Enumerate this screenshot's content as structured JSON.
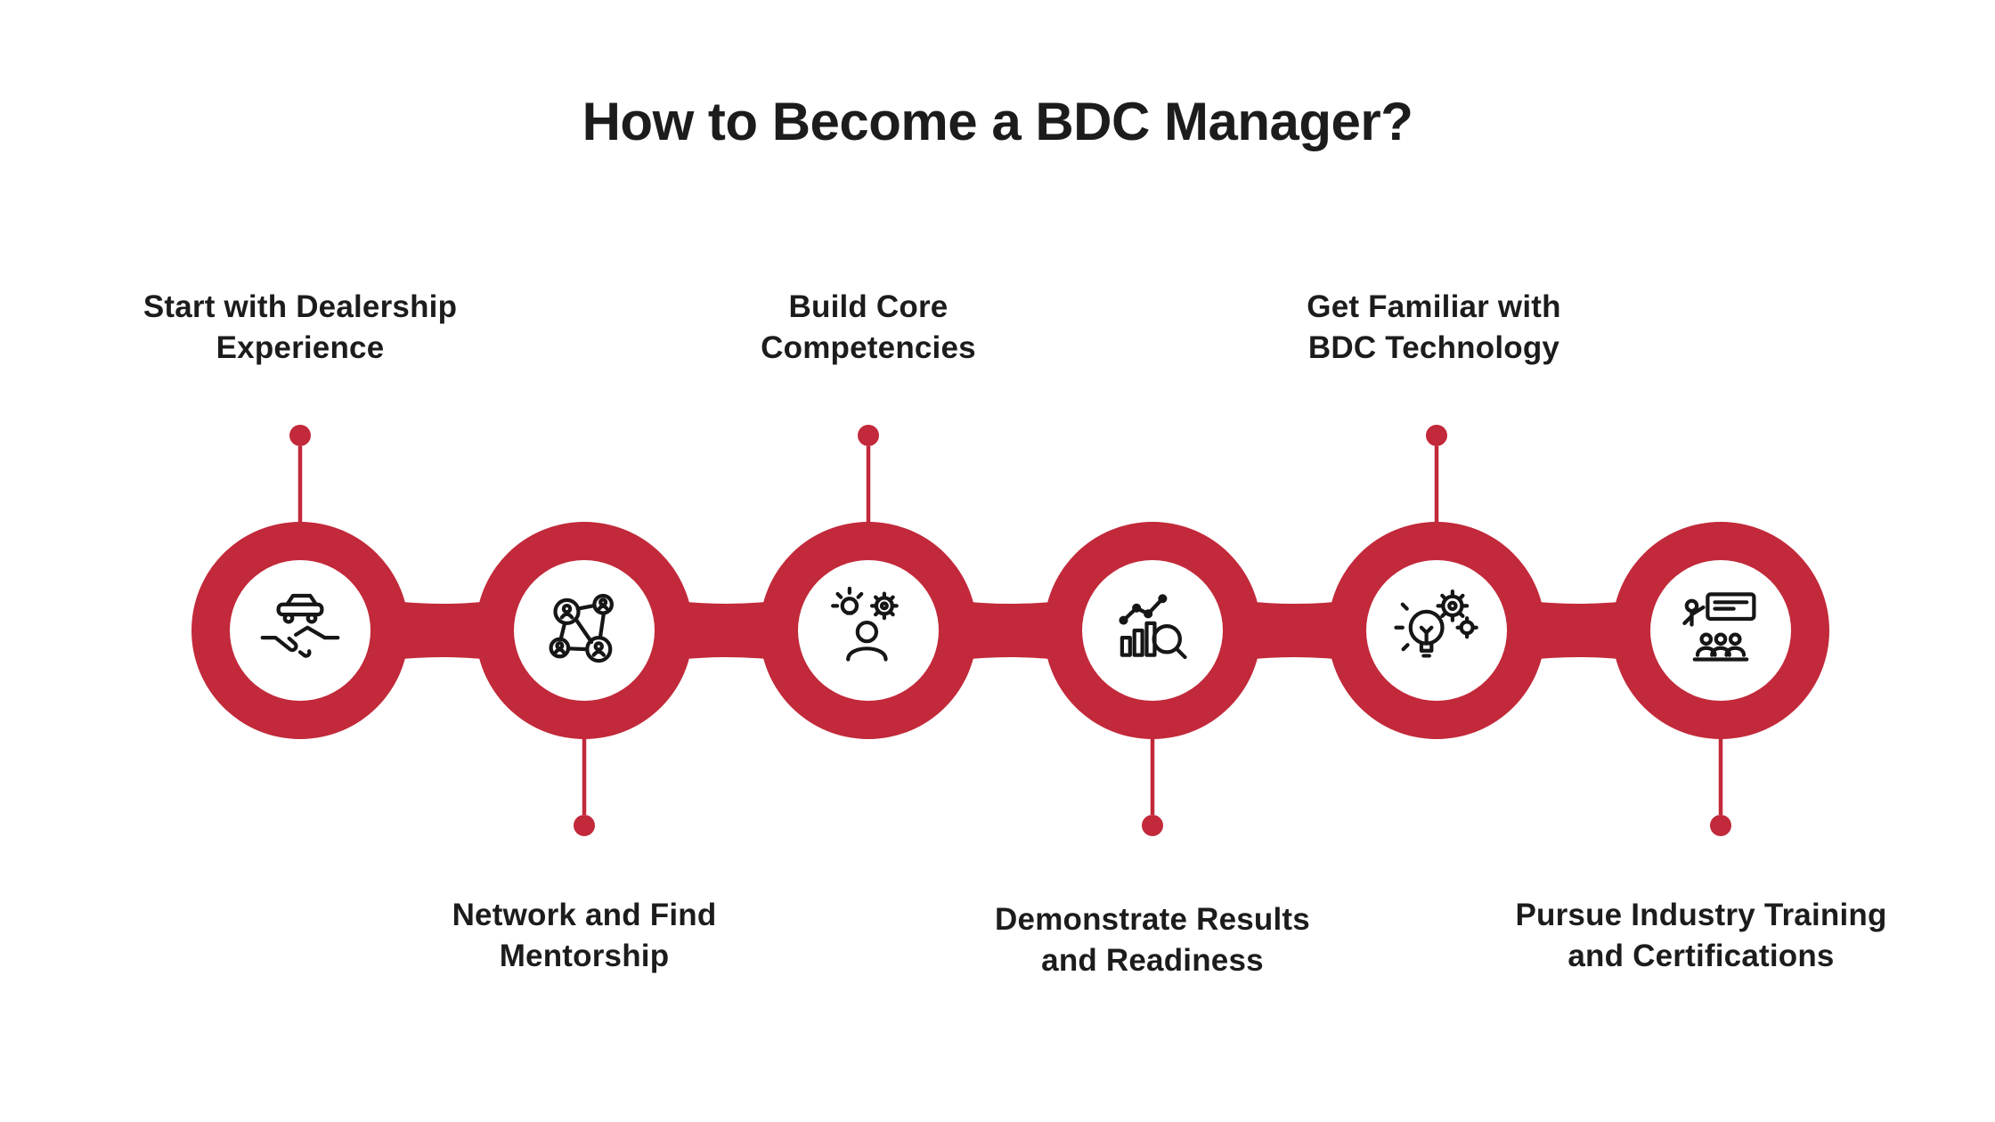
{
  "title": "How to Become a BDC Manager?",
  "colors": {
    "accent": "#c2293a",
    "text": "#1c1c1c",
    "background": "#ffffff",
    "icon_stroke": "#161616"
  },
  "steps": [
    {
      "id": 1,
      "position": "above",
      "icon": "handshake-car-icon",
      "lines": [
        "Start with Dealership",
        "Experience"
      ]
    },
    {
      "id": 2,
      "position": "below",
      "icon": "people-network-icon",
      "lines": [
        "Network and Find",
        "Mentorship"
      ]
    },
    {
      "id": 3,
      "position": "above",
      "icon": "person-idea-gear-icon",
      "lines": [
        "Build Core",
        "Competencies"
      ]
    },
    {
      "id": 4,
      "position": "below",
      "icon": "chart-magnifier-icon",
      "lines": [
        "Demonstrate Results",
        "and Readiness"
      ]
    },
    {
      "id": 5,
      "position": "above",
      "icon": "bulb-gears-icon",
      "lines": [
        "Get Familiar with",
        "BDC Technology"
      ]
    },
    {
      "id": 6,
      "position": "below",
      "icon": "training-presentation-icon",
      "lines": [
        "Pursue Industry Training",
        "and Certifications"
      ]
    }
  ]
}
